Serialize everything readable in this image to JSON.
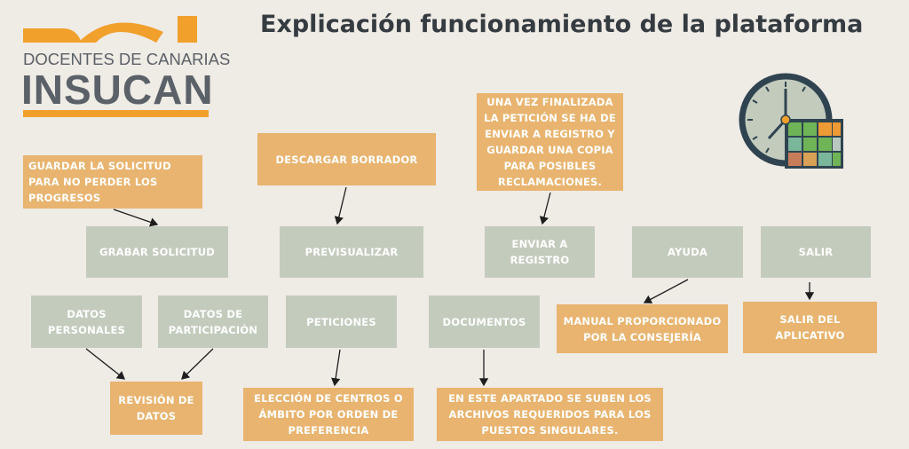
{
  "logo": {
    "line1": "DOCENTES DE CANARIAS",
    "line2": "INSUCAN"
  },
  "title": "Explicación funcionamiento de la plataforma",
  "colors": {
    "orange": "#e8b46f",
    "green": "#c3cbbd",
    "background": "#efebe5",
    "title": "#353c41"
  },
  "notes": {
    "guardar": "GUARDAR LA SOLICITUD PARA NO PERDER LOS PROGRESOS",
    "descargar": "DESCARGAR BORRADOR",
    "enviar": "UNA VEZ FINALIZADA LA PETICIÓN SE HA DE ENVIAR A REGISTRO Y GUARDAR UNA COPIA PARA POSIBLES RECLAMACIONES.",
    "manual": "MANUAL PROPORCIONADO POR LA CONSEJERÍA",
    "salir": "SALIR DEL APLICATIVO",
    "revision": "REVISIÓN DE DATOS",
    "eleccion": "ELECCIÓN DE CENTROS O ÁMBITO POR ORDEN DE PREFERENCIA",
    "documentos": "EN ESTE APARTADO SE SUBEN LOS ARCHIVOS REQUERIDOS PARA LOS PUESTOS SINGULARES."
  },
  "buttons": {
    "grabar": "GRABAR SOLICITUD",
    "previsualizar": "PREVISUALIZAR",
    "enviar": "ENVIAR A REGISTRO",
    "ayuda": "AYUDA",
    "salir": "SALIR",
    "datos_personales": "DATOS PERSONALES",
    "datos_participacion": "DATOS DE PARTICIPACIÓN",
    "peticiones": "PETICIONES",
    "documentos": "DOCUMENTOS"
  },
  "icon": "clock-calendar-icon"
}
